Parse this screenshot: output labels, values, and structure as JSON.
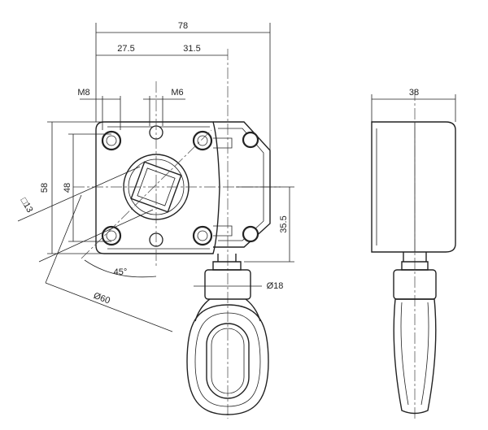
{
  "dimensions": {
    "width_total": "78",
    "width_left": "27.5",
    "width_right": "31.5",
    "thread_m8": "M8",
    "thread_m6": "M6",
    "height_58": "58",
    "height_48": "48",
    "square_13": "□13",
    "angle_45": "45°",
    "diameter_60": "Ø60",
    "height_35_5": "35.5",
    "diameter_18": "Ø18",
    "side_depth_38": "38"
  },
  "colors": {
    "line": "#222222",
    "background": "#ffffff"
  }
}
